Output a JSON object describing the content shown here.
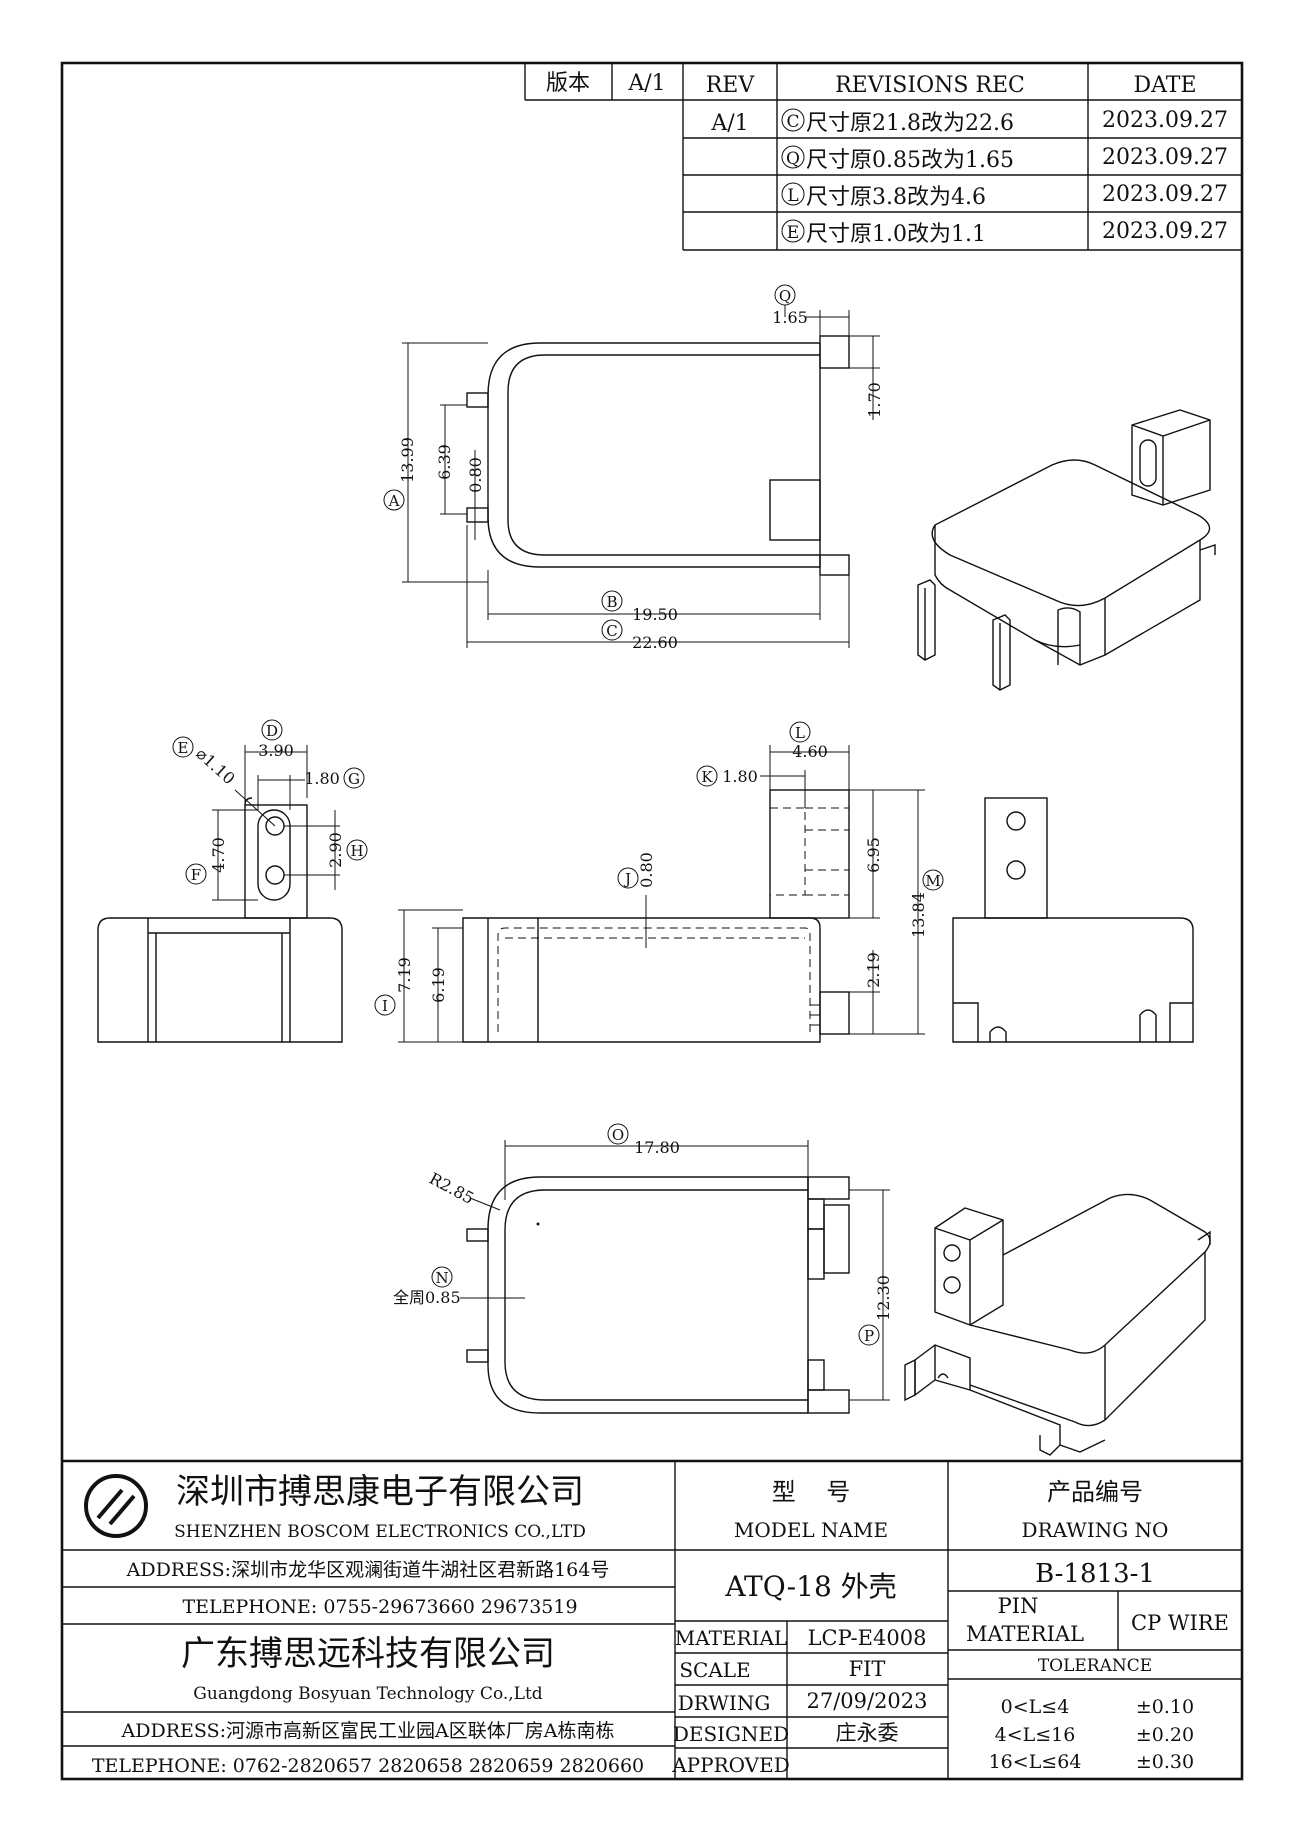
{
  "revision_table": {
    "version_label": "版本",
    "version_value": "A/1",
    "rev_header": "REV",
    "rec_header": "REVISIONS REC",
    "date_header": "DATE",
    "rev_value": "A/1",
    "rows": [
      {
        "mark": "C",
        "text": "尺寸原21.8改为22.6",
        "date": "2023.09.27"
      },
      {
        "mark": "Q",
        "text": "尺寸原0.85改为1.65",
        "date": "2023.09.27"
      },
      {
        "mark": "L",
        "text": "尺寸原3.8改为4.6",
        "date": "2023.09.27"
      },
      {
        "mark": "E",
        "text": "尺寸原1.0改为1.1",
        "date": "2023.09.27"
      }
    ]
  },
  "dimensions": {
    "q_val": "1.65",
    "q_mark": "Q",
    "h170": "1.70",
    "a_val": "13.99",
    "a_mark": "A",
    "h639": "6.39",
    "h080a": "0.80",
    "b_val": "19.50",
    "b_mark": "B",
    "c_val": "22.60",
    "c_mark": "C",
    "d_val": "3.90",
    "d_mark": "D",
    "e_val": "⌀1.10",
    "e_mark": "E",
    "g_val": "1.80",
    "g_mark": "G",
    "f_val": "4.70",
    "f_mark": "F",
    "h_val": "2.90",
    "h_mark": "H",
    "l_val": "4.60",
    "l_mark": "L",
    "k_val": "1.80",
    "k_mark": "K",
    "h695": "6.95",
    "m_val": "13.84",
    "m_mark": "M",
    "j_val": "0.80",
    "j_mark": "J",
    "h219": "2.19",
    "i_val": "7.19",
    "i_mark": "I",
    "h619": "6.19",
    "o_val": "17.80",
    "o_mark": "O",
    "r_val": "R2.85",
    "n_val": "全周0.85",
    "n_mark": "N",
    "p_val": "12.30",
    "p_mark": "P"
  },
  "title_block": {
    "company_cn": "深圳市搏思康电子有限公司",
    "company_en": "SHENZHEN BOSCOM ELECTRONICS CO.,LTD",
    "address1": "ADDRESS:深圳市龙华区观澜街道牛湖社区君新路164号",
    "telephone1": "TELEPHONE: 0755-29673660 29673519",
    "company2_cn": "广东搏思远科技有限公司",
    "company2_en": "Guangdong Bosyuan Technology Co.,Ltd",
    "address2": "ADDRESS:河源市高新区富民工业园A区联体厂房A栋南栋",
    "telephone2": "TELEPHONE: 0762-2820657 2820658 2820659 2820660",
    "model_label_cn": "型    号",
    "model_label_en": "MODEL NAME",
    "model_value": "ATQ-18 外壳",
    "drawing_label_cn": "产品编号",
    "drawing_label_en": "DRAWING NO",
    "drawing_value": "B-1813-1",
    "material_label": "MATERIAL",
    "material_value": "LCP-E4008",
    "scale_label": "SCALE",
    "scale_value": "FIT",
    "drwing_label": "DRWING",
    "drwing_value": "27/09/2023",
    "designed_label": "DESIGNED",
    "designed_value": "庄永委",
    "approved_label": "APPROVED",
    "approved_value": "",
    "pin_label_1": "PIN",
    "pin_label_2": "MATERIAL",
    "pin_value": "CP WIRE",
    "tolerance_label": "TOLERANCE",
    "tolerances": [
      {
        "range": "0<L≤4",
        "value": "±0.10"
      },
      {
        "range": "4<L≤16",
        "value": "±0.20"
      },
      {
        "range": "16<L≤64",
        "value": "±0.30"
      }
    ]
  }
}
